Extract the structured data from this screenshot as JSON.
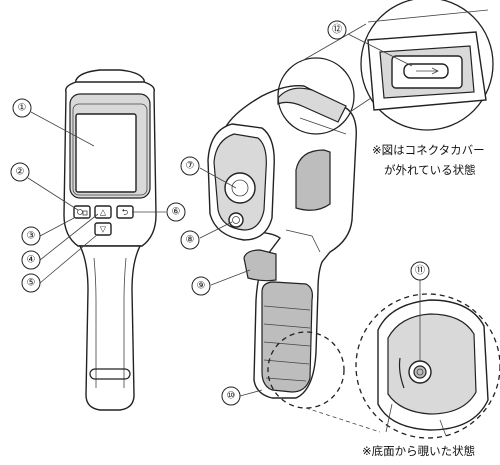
{
  "callouts": [
    {
      "id": "1",
      "label": "①"
    },
    {
      "id": "2",
      "label": "②"
    },
    {
      "id": "3",
      "label": "③"
    },
    {
      "id": "4",
      "label": "④"
    },
    {
      "id": "5",
      "label": "⑤"
    },
    {
      "id": "6",
      "label": "⑥"
    },
    {
      "id": "7",
      "label": "⑦"
    },
    {
      "id": "8",
      "label": "⑧"
    },
    {
      "id": "9",
      "label": "⑨"
    },
    {
      "id": "10",
      "label": "⑩"
    },
    {
      "id": "11",
      "label": "⑪"
    },
    {
      "id": "12",
      "label": "⑫"
    }
  ],
  "buttons": {
    "up": "△",
    "down": "▽",
    "back": "⮌"
  },
  "notes": {
    "cover_line1": "※図はコネクタカバー",
    "cover_line2": "が外れている状態",
    "bottom": "※底面から覗いた状態"
  }
}
